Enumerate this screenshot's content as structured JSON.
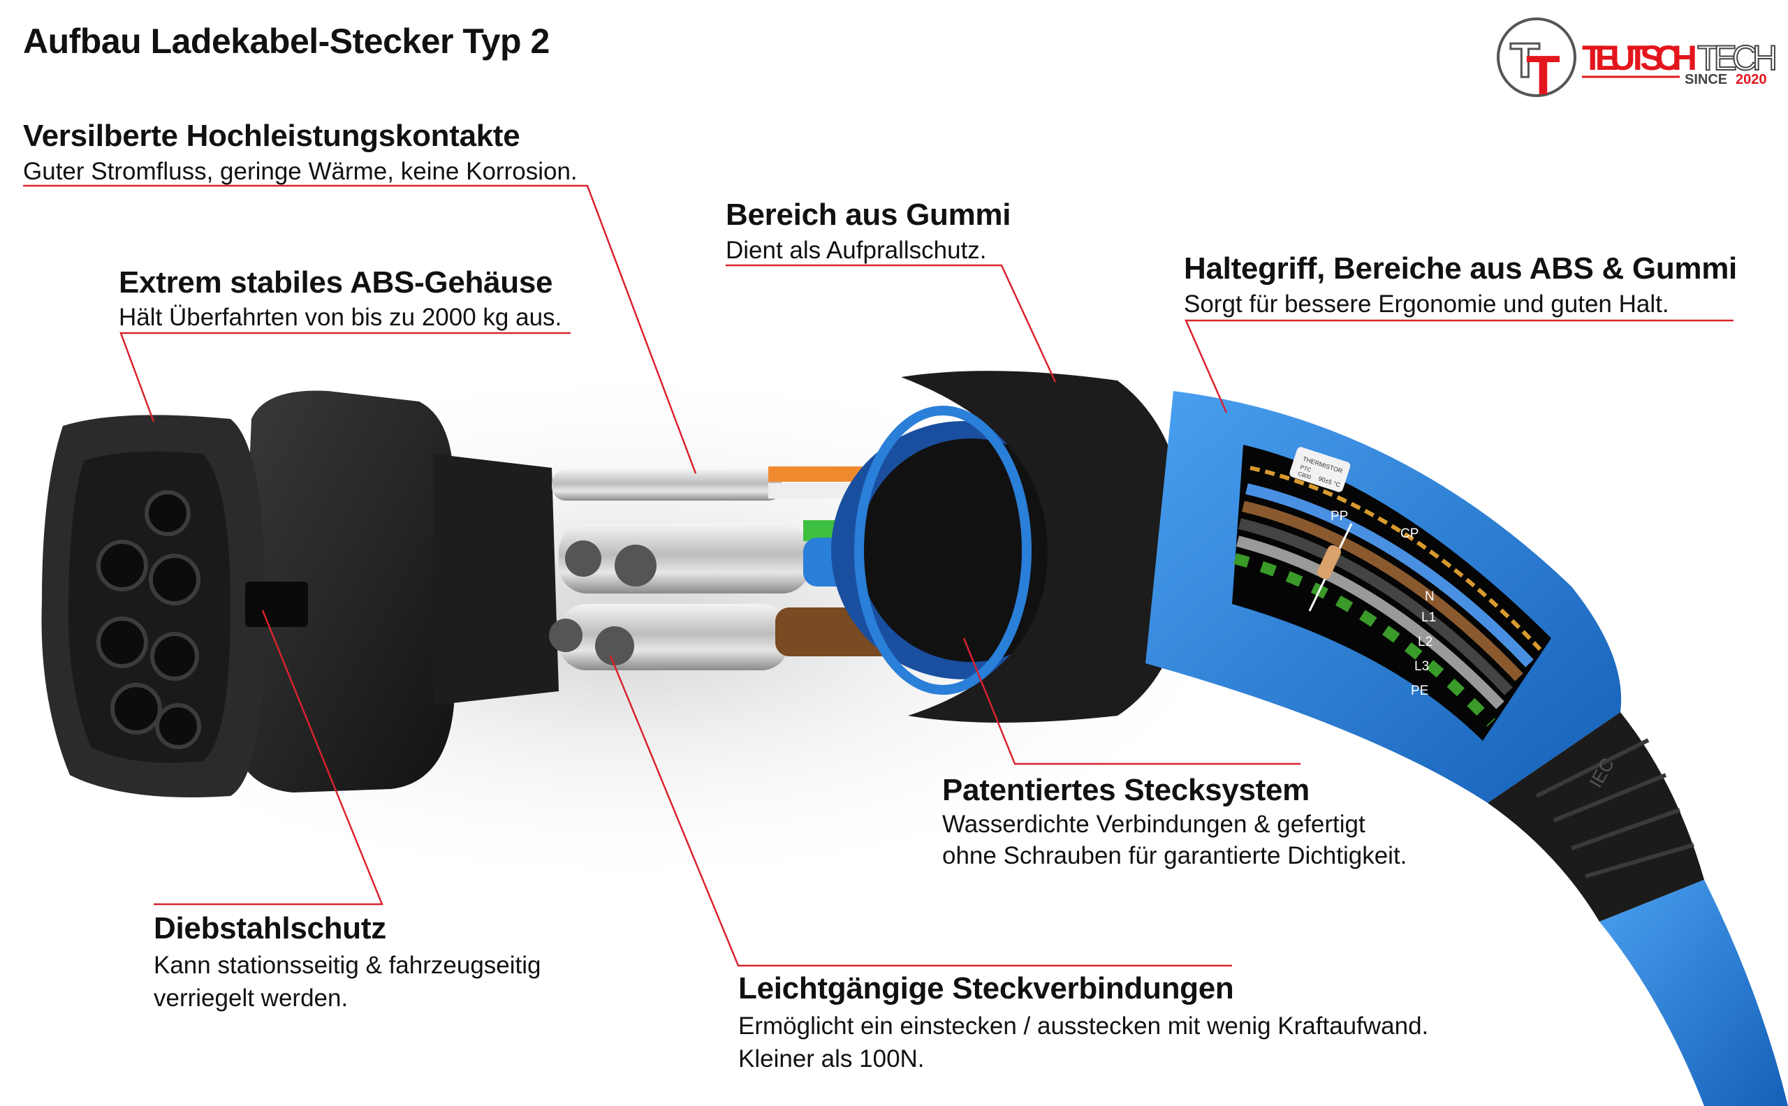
{
  "title": "Aufbau Ladekabel-Stecker Typ 2",
  "logo": {
    "brand_red": "TEUTSCH",
    "brand_outline": "TECH",
    "since_label": "SINCE",
    "since_year": "2020"
  },
  "callouts": [
    {
      "heading": "Versilberte Hochleistungskontakte",
      "lines": [
        "Guter Stromfluss, geringe Wärme, keine Korrosion."
      ]
    },
    {
      "heading": "Extrem stabiles ABS-Gehäuse",
      "lines": [
        "Hält Überfahrten von bis zu 2000 kg aus."
      ]
    },
    {
      "heading": "Bereich aus Gummi",
      "lines": [
        "Dient als Aufprallschutz."
      ]
    },
    {
      "heading": "Haltegriff, Bereiche aus ABS & Gummi",
      "lines": [
        "Sorgt für bessere Ergonomie und guten Halt."
      ]
    },
    {
      "heading": "Patentiertes Stecksystem",
      "lines": [
        "Wasserdichte Verbindungen & gefertigt",
        "ohne Schrauben für garantierte Dichtigkeit."
      ]
    },
    {
      "heading": "Diebstahlschutz",
      "lines": [
        "Kann stationsseitig & fahrzeugseitig",
        "verriegelt werden."
      ]
    },
    {
      "heading": "Leichtgängige Steckverbindungen",
      "lines": [
        "Ermöglicht ein einstecken / ausstecken mit wenig Kraftaufwand.",
        "Kleiner als 100N."
      ]
    }
  ],
  "wire_labels": {
    "pp": "PP",
    "cp": "CP",
    "n": "N",
    "l1": "L1",
    "l2": "L2",
    "l3": "L3",
    "pe": "PE"
  },
  "thermistor": {
    "name": "THERMISTOR",
    "type": "PTC",
    "code": "C800",
    "rating": "90±5 °C"
  },
  "handle_marking": "IEC",
  "colors": {
    "accent_red": "#d9232e",
    "plug_blue": "#2a7fd8",
    "housing_black": "#222222"
  }
}
